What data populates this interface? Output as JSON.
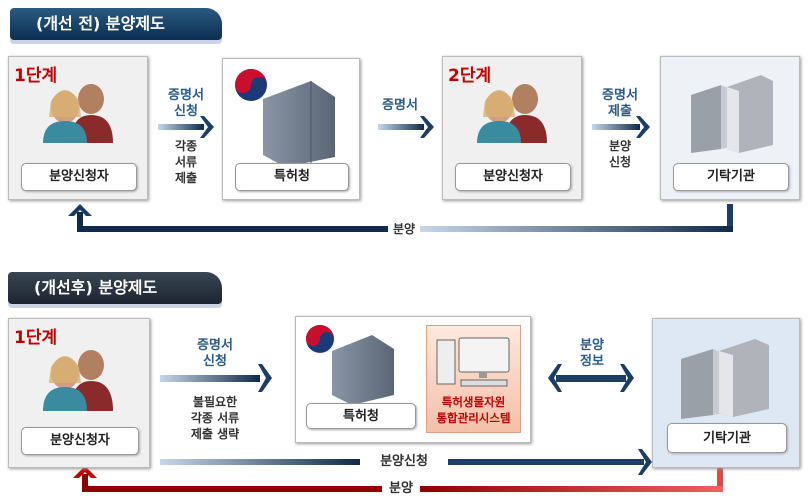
{
  "before": {
    "title": "(개선 전) 분양제도",
    "step1": "1단계",
    "step2": "2단계",
    "applicant": "분양신청자",
    "kipo": "특허청",
    "depository": "기탁기관",
    "arrow1_top": [
      "증명서",
      "신청"
    ],
    "arrow1_bottom": [
      "각종",
      "서류",
      "제출"
    ],
    "arrow2_top": "증명서",
    "arrow3_top": [
      "증명서",
      "제출"
    ],
    "arrow3_bottom": [
      "분양",
      "신청"
    ],
    "return_label": "분양"
  },
  "after": {
    "title": "(개선후) 분양제도",
    "step1": "1단계",
    "applicant": "분양신청자",
    "kipo": "특허청",
    "system": [
      "특허생물자원",
      "통합관리시스템"
    ],
    "depository": "기탁기관",
    "arrow1_top": [
      "증명서",
      "신청"
    ],
    "arrow1_bottom": [
      "불필요한",
      "각종 서류",
      "제출 생략"
    ],
    "double_arrow": [
      "분양",
      "정보"
    ],
    "request_label": "분양신청",
    "return_label": "분양"
  },
  "colors": {
    "navy": "#1b3a5c",
    "red": "#c00000",
    "system_bg": "#f8d8c8"
  }
}
